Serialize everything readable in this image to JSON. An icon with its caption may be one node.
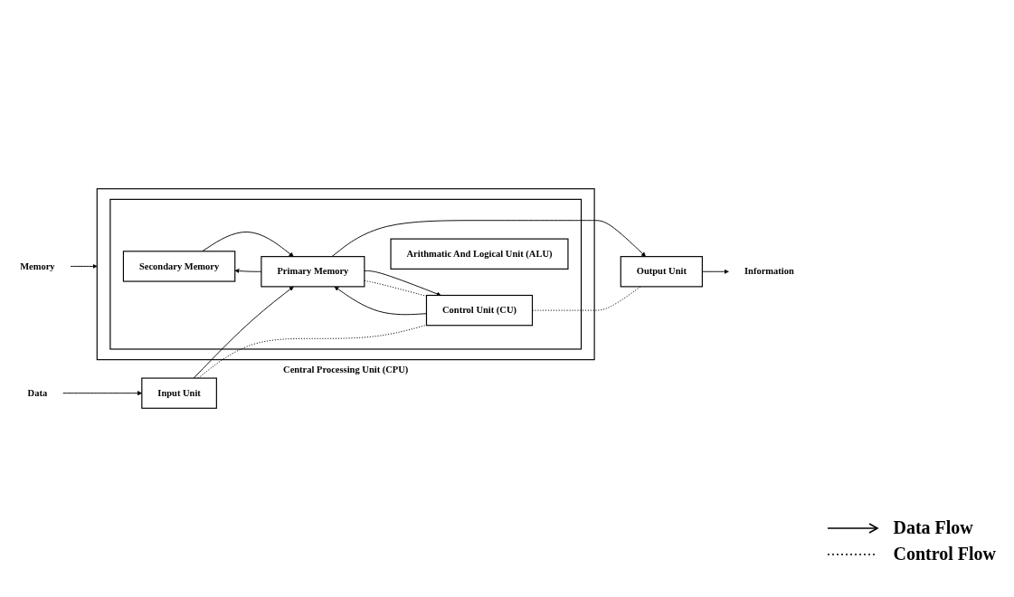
{
  "diagram": {
    "nodes": [
      {
        "text": [
          "Memory"
        ]
      },
      {
        "text": [
          "Central Processing Unit (CPU)"
        ]
      },
      {
        "text": [],
        "shape": "box",
        "in": 1
      },
      {
        "text": [
          "Secondary Memory"
        ],
        "in": 2
      },
      {
        "text": [
          "Primary Memory"
        ],
        "in": 2
      },
      {
        "text": [
          "Control Unit (CU)"
        ],
        "in": 2
      },
      {
        "text": [
          "Arithmatic And Logical Unit (ALU)"
        ],
        "in": 2
      },
      {
        "text": [
          "Data"
        ]
      },
      {
        "text": [
          "Input Unit"
        ]
      },
      {
        "text": [
          "Output Unit"
        ]
      },
      {
        "text": [
          "Information"
        ]
      }
    ],
    "edges": [
      {
        "from": 7,
        "to": 8,
        "arrow": "to"
      },
      {
        "from": 8,
        "to": 4,
        "arrow": "to"
      },
      {
        "from": 4,
        "to": 9,
        "arrow": "to"
      },
      {
        "from": 9,
        "to": 10,
        "arrow": "to"
      },
      {
        "from": 0,
        "to": 1,
        "arrow": "to"
      },
      {
        "from": 3,
        "to": 4,
        "arrow": "to"
      },
      {
        "from": 4,
        "to": 3,
        "arrow": "to"
      },
      {
        "from": 4,
        "to": 5,
        "arrow": "to"
      },
      {
        "from": 5,
        "to": 4,
        "arrow": "to"
      },
      {
        "from": 4,
        "to": 5,
        "arrow": "none",
        "style": "dashed"
      },
      {
        "from": 8,
        "to": 5,
        "arrow": "none",
        "style": "dashed"
      },
      {
        "from": 5,
        "to": 9,
        "arrow": "none",
        "style": "dashed"
      }
    ],
    "legend": [
      {
        "text": "Data Flow"
      },
      {
        "text": "Control Flow"
      }
    ]
  }
}
